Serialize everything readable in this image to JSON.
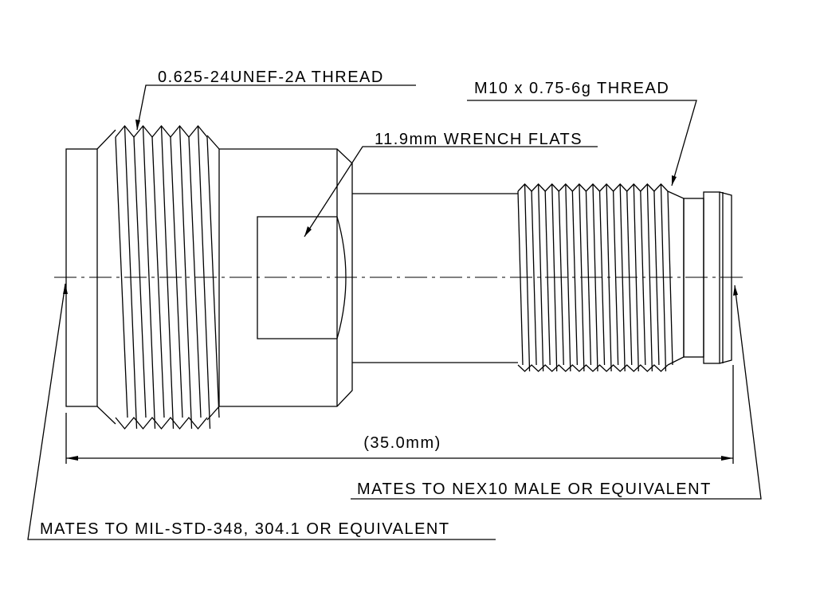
{
  "drawing": {
    "labels": {
      "left_thread": "0.625-24UNEF-2A THREAD",
      "wrench_flats": "11.9mm WRENCH FLATS",
      "right_thread": "M10 x 0.75-6g THREAD",
      "overall_length": "(35.0mm)",
      "right_mating": "MATES TO NEX10 MALE OR EQUIVALENT",
      "left_mating": "MATES TO MIL-STD-348, 304.1 OR EQUIVALENT"
    }
  }
}
